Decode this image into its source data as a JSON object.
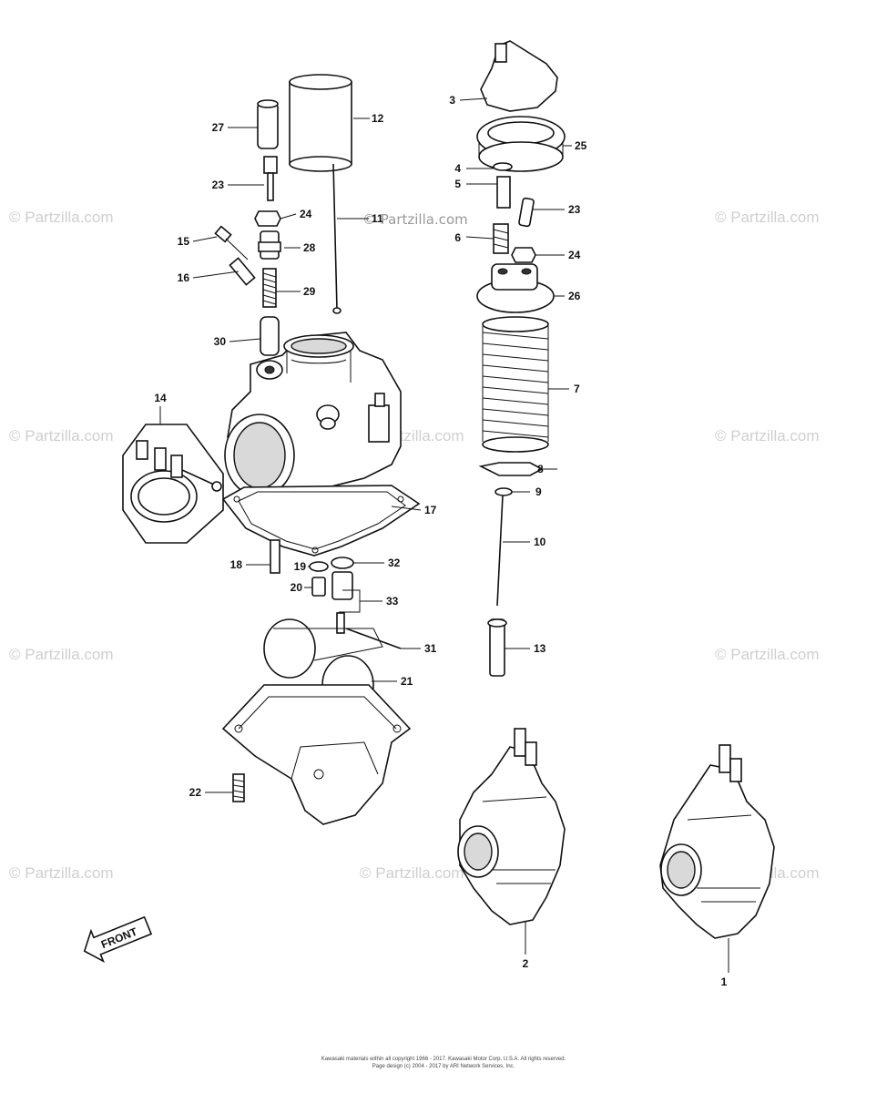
{
  "watermark": "© Partzilla.com",
  "callouts": [
    "1",
    "2",
    "3",
    "4",
    "5",
    "6",
    "7",
    "8",
    "9",
    "10",
    "11",
    "12",
    "13",
    "14",
    "15",
    "16",
    "17",
    "18",
    "19",
    "20",
    "21",
    "22",
    "23",
    "24",
    "25",
    "26",
    "27",
    "28",
    "29",
    "30",
    "31",
    "32",
    "33",
    "23",
    "24"
  ],
  "front_arrow_label": "FRONT",
  "footer": {
    "line1": "Kawasaki materials within all copyright 1966 - 2017. Kawasaki Motor Corp, U.S.A.  All rights reserved.",
    "line2": "Page design (c) 2004 - 2017 by ARI Network Services, Inc."
  }
}
